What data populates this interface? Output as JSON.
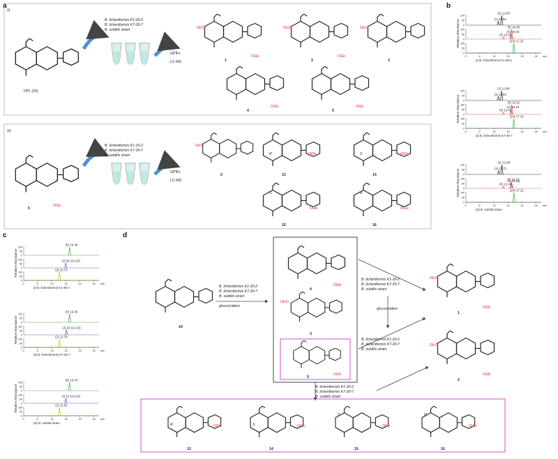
{
  "panels": {
    "a": "a",
    "b": "b",
    "c": "c",
    "d": "d",
    "a_i": "(i)",
    "a_ii": "(ii)"
  },
  "strains": {
    "k1": "B. licheniformis K1-30-2",
    "k7": "B. licheniformis K7-30-7",
    "bs": "B. subtilis strain",
    "bs_lower": "B. subtilis strain"
  },
  "labels": {
    "gpifs": "GPIFs",
    "lcms": "LC-MS",
    "dpl": "DPL (24)",
    "glucosylation": "glucosylation",
    "oglc": "OGlc",
    "glco": "GlcO",
    "rel_abundance": "Relative Abundance",
    "min": "min"
  },
  "compounds": [
    "1",
    "2",
    "3",
    "4",
    "5",
    "13",
    "14",
    "15",
    "16",
    "24"
  ],
  "stereo": {
    "R": "R",
    "S": "S"
  },
  "axis": {
    "b_xticks": [
      "0",
      "5",
      "10",
      "15",
      "20",
      "25"
    ],
    "c_xticks": [
      "0",
      "5",
      "10",
      "15",
      "20",
      "25"
    ],
    "yticks": [
      "0",
      "50",
      "100"
    ]
  },
  "chart_data": [
    {
      "type": "line",
      "panel": "b",
      "subtitle": "(i) B. licheniformis K1-30-2",
      "xlabel": "min",
      "ylabel": "Relative Abundance",
      "xlim": [
        0,
        27
      ],
      "ylim": [
        0,
        100
      ],
      "series": [
        {
          "color": "#333333",
          "peaks": [
            {
              "x": 11.62,
              "y": 40,
              "label": "(1) 11.62"
            },
            {
              "x": 12.83,
              "y": 100,
              "label": "(2) 12.83"
            }
          ]
        },
        {
          "color": "#e05a5a",
          "peaks": [
            {
              "x": 13.45,
              "y": 20,
              "label": "(3) 13.45"
            },
            {
              "x": 16.18,
              "y": 55,
              "label": "(4) 16.18"
            },
            {
              "x": 16.4,
              "y": 100,
              "label": "(5) 16.40"
            }
          ]
        },
        {
          "color": "#4caf50",
          "peaks": [
            {
              "x": 17.15,
              "y": 100,
              "label": "(24) 17.15"
            }
          ]
        }
      ]
    },
    {
      "type": "line",
      "panel": "b",
      "subtitle": "(ii) B. licheniformis K7-30-7",
      "xlabel": "min",
      "ylabel": "Relative Abundance",
      "xlim": [
        0,
        27
      ],
      "ylim": [
        0,
        100
      ],
      "series": [
        {
          "color": "#333333",
          "peaks": [
            {
              "x": 11.63,
              "y": 40,
              "label": "(1) 11.63"
            },
            {
              "x": 12.8,
              "y": 100,
              "label": "(2) 12.80"
            }
          ]
        },
        {
          "color": "#e05a5a",
          "peaks": [
            {
              "x": 13.46,
              "y": 20,
              "label": "(3) 13.46"
            },
            {
              "x": 16.19,
              "y": 55,
              "label": "(4) 16.19"
            },
            {
              "x": 16.41,
              "y": 100,
              "label": "(5) 16.41"
            }
          ]
        },
        {
          "color": "#4caf50",
          "peaks": [
            {
              "x": 17.16,
              "y": 100,
              "label": "(24) 17.16"
            }
          ]
        }
      ]
    },
    {
      "type": "line",
      "panel": "b",
      "subtitle": "(iii) B. subtilis strain",
      "xlabel": "min",
      "ylabel": "Relative Abundance",
      "xlim": [
        0,
        27
      ],
      "ylim": [
        0,
        100
      ],
      "series": [
        {
          "color": "#333333",
          "peaks": [
            {
              "x": 11.72,
              "y": 40,
              "label": "(1) 11.72"
            },
            {
              "x": 12.89,
              "y": 100,
              "label": "(2) 12.89"
            }
          ]
        },
        {
          "color": "#e05a5a",
          "peaks": [
            {
              "x": 13.45,
              "y": 20,
              "label": "(3) 13.45"
            },
            {
              "x": 16.22,
              "y": 70,
              "label": "(4) 16.22"
            },
            {
              "x": 16.45,
              "y": 55,
              "label": "16.45 (5)"
            }
          ]
        },
        {
          "color": "#4caf50",
          "peaks": [
            {
              "x": 17.21,
              "y": 100,
              "label": "(24) 17.21"
            }
          ]
        }
      ]
    },
    {
      "type": "line",
      "panel": "c",
      "subtitle": "(i) B. licheniformis K1-30-2",
      "xlabel": "min",
      "ylabel": "Relative Abundance",
      "xlim": [
        0,
        27
      ],
      "ylim": [
        0,
        100
      ],
      "series": [
        {
          "color": "#4caf50",
          "peaks": [
            {
              "x": 16.46,
              "y": 100,
              "label": "(5) 16.46"
            }
          ]
        },
        {
          "color": "#5a5ad0",
          "peaks": [
            {
              "x": 15.09,
              "y": 60,
              "label": "15.09 (13-16)"
            }
          ]
        },
        {
          "color": "#c8c800",
          "peaks": [
            {
              "x": 12.78,
              "y": 100,
              "label": "(2) 12.78"
            }
          ]
        }
      ]
    },
    {
      "type": "line",
      "panel": "c",
      "subtitle": "(ii) B. licheniformis K7-30-7",
      "xlabel": "min",
      "ylabel": "Relative Abundance",
      "xlim": [
        0,
        27
      ],
      "ylim": [
        0,
        100
      ],
      "series": [
        {
          "color": "#4caf50",
          "peaks": [
            {
              "x": 16.45,
              "y": 100,
              "label": "(5) 16.45"
            }
          ]
        },
        {
          "color": "#5a5ad0",
          "peaks": [
            {
              "x": 15.32,
              "y": 60,
              "label": "15.32 (13-16)"
            }
          ]
        },
        {
          "color": "#c8c800",
          "peaks": [
            {
              "x": 12.78,
              "y": 100,
              "label": "(2) 12.78"
            }
          ]
        }
      ]
    },
    {
      "type": "line",
      "panel": "c",
      "subtitle": "(iii) B. subtilis strain",
      "xlabel": "min",
      "ylabel": "Relative Abundance",
      "xlim": [
        0,
        27
      ],
      "ylim": [
        0,
        100
      ],
      "series": [
        {
          "color": "#4caf50",
          "peaks": [
            {
              "x": 16.43,
              "y": 100,
              "label": "(5) 16.43"
            }
          ]
        },
        {
          "color": "#5a5ad0",
          "peaks": [
            {
              "x": 15.1,
              "y": 60,
              "label": "15.10 (13-16)"
            }
          ]
        },
        {
          "color": "#c8c800",
          "peaks": [
            {
              "x": 12.81,
              "y": 100,
              "label": "(2) 12.81"
            }
          ]
        }
      ]
    }
  ]
}
